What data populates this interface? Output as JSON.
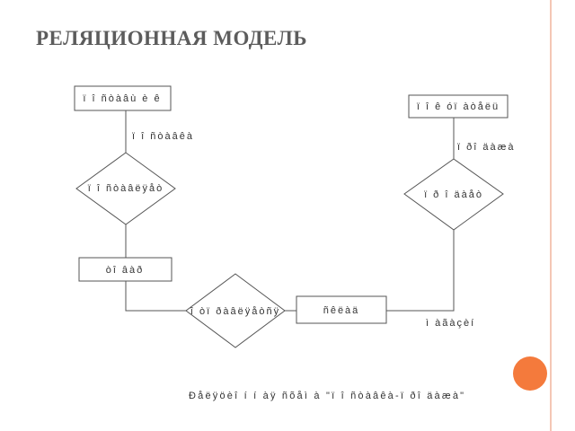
{
  "slide": {
    "title": "РЕЛЯЦИОННАЯ МОДЕЛЬ",
    "accent_color": "#f47a3c",
    "border_color": "#f4c7b5"
  },
  "diagram": {
    "entities": {
      "top_left": "ï î ñòàâù è ê",
      "top_right": "ï î ê óï àòåëü",
      "middle_left": "òî âàð",
      "center": "ñêëàä"
    },
    "relationships": {
      "left": "ï î ñòàâëÿåò",
      "right": "ï ð î äàåò",
      "bottom": "î òï ðàâëÿåòñÿ"
    },
    "connector_labels": {
      "left_top": "ï î ñòàâêà",
      "right_top": "ï ðî äàæà",
      "bottom_right": "ì àãàçèí"
    },
    "caption": "Ðåëÿöèî í í àÿ ñõåì à \"ï î ñòàâêà-ï ðî äàæà\""
  }
}
